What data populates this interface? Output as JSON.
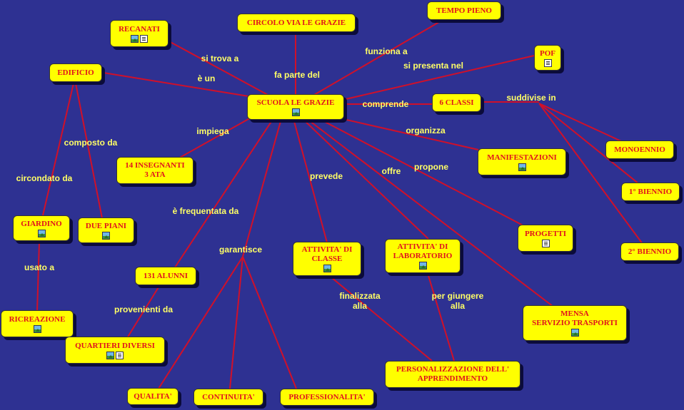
{
  "nodes": {
    "scuola": {
      "text": "SCUOLA LE GRAZIE",
      "icons": [
        "image-icon"
      ]
    },
    "circolo": {
      "text": "CIRCOLO VIA LE GRAZIE",
      "icons": []
    },
    "tempo_pieno": {
      "text": "TEMPO PIENO",
      "icons": []
    },
    "recanati": {
      "text": "RECANATI",
      "icons": [
        "image-icon",
        "document-icon"
      ]
    },
    "pof": {
      "text": "POF",
      "icons": [
        "document-icon"
      ]
    },
    "edificio": {
      "text": "EDIFICIO",
      "icons": []
    },
    "sei_classi": {
      "text": "6 CLASSI",
      "icons": []
    },
    "manifestazioni": {
      "text": "MANIFESTAZIONI",
      "icons": [
        "image-icon"
      ]
    },
    "monoennio": {
      "text": "MONOENNIO",
      "icons": []
    },
    "insegnanti": {
      "text": "14 INSEGNANTI\n3 ATA",
      "icons": []
    },
    "primo_biennio": {
      "text": "1° BIENNIO",
      "icons": []
    },
    "giardino": {
      "text": "GIARDINO",
      "icons": [
        "image-icon"
      ]
    },
    "due_piani": {
      "text": "DUE PIANI",
      "icons": [
        "image-icon"
      ]
    },
    "progetti": {
      "text": "PROGETTI",
      "icons": [
        "document-icon"
      ]
    },
    "attivita_classe": {
      "text": "ATTIVITA' DI\nCLASSE",
      "icons": [
        "image-icon"
      ]
    },
    "attivita_lab": {
      "text": "ATTIVITA' DI\nLABORATORIO",
      "icons": [
        "image-icon"
      ]
    },
    "secondo_biennio": {
      "text": "2° BIENNIO",
      "icons": []
    },
    "alunni": {
      "text": "131 ALUNNI",
      "icons": []
    },
    "ricreazione": {
      "text": "RICREAZIONE",
      "icons": [
        "image-icon"
      ]
    },
    "mensa": {
      "text": "MENSA\nSERVIZIO TRASPORTI",
      "icons": [
        "image-icon"
      ]
    },
    "quartieri": {
      "text": "QUARTIERI DIVERSI",
      "icons": [
        "image-icon",
        "document-icon"
      ]
    },
    "personalizzazione": {
      "text": "PERSONALIZZAZIONE DELL'\nAPPRENDIMENTO",
      "icons": []
    },
    "qualita": {
      "text": "QUALITA'",
      "icons": []
    },
    "continuita": {
      "text": "CONTINUITA'",
      "icons": []
    },
    "professionalita": {
      "text": "PROFESSIONALITA'",
      "icons": []
    }
  },
  "links": {
    "si_trova_a": "si trova a",
    "fa_parte_del": "fa parte del",
    "funziona_a": "funziona a",
    "si_presenta_nel": "si presenta nel",
    "e_un": "è un",
    "comprende": "comprende",
    "suddivise_in": "suddivise in",
    "organizza": "organizza",
    "impiega": "impiega",
    "composto_da": "composto da",
    "circondato_da": "circondato da",
    "prevede": "prevede",
    "offre": "offre",
    "propone": "propone",
    "e_frequentata_da": "è frequentata da",
    "garantisce": "garantisce",
    "usato_a": "usato a",
    "provenienti_da": "provenienti da",
    "finalizzata_alla": "finalizzata\nalla",
    "per_giungere_alla": "per giungere\nalla"
  },
  "colors": {
    "background": "#2e3192",
    "node": "#ffff00",
    "node_text": "#e0121d",
    "link_text": "#ffff66",
    "line": "#d0102a"
  }
}
